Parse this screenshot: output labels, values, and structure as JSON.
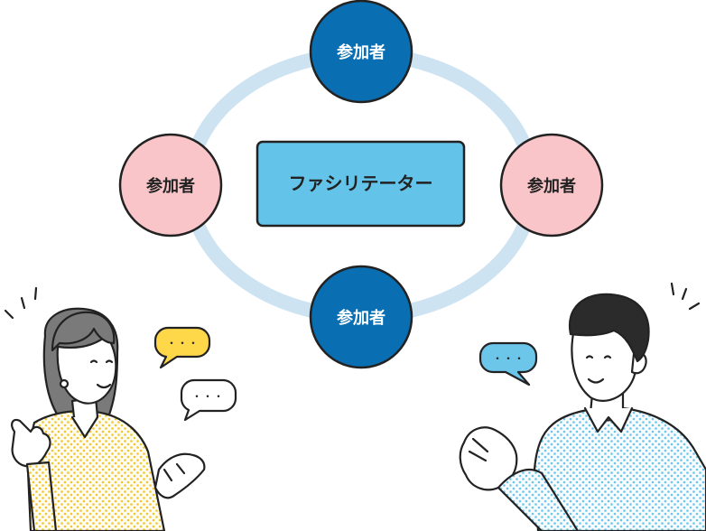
{
  "diagram": {
    "center": {
      "label": "ファシリテーター"
    },
    "participants": [
      {
        "position": "top",
        "label": "参加者",
        "fill": "#0a6fb2",
        "text_color": "#ffffff"
      },
      {
        "position": "left",
        "label": "参加者",
        "fill": "#f9c5c8",
        "text_color": "#222222"
      },
      {
        "position": "right",
        "label": "参加者",
        "fill": "#f9c5c8",
        "text_color": "#222222"
      },
      {
        "position": "bottom",
        "label": "参加者",
        "fill": "#0a6fb2",
        "text_color": "#ffffff"
      }
    ],
    "ring_color": "#cde3f2",
    "center_fill": "#64c3e8",
    "outline_color": "#222222"
  },
  "bubbles": {
    "woman_top": {
      "text": "・・・",
      "fill": "#ffd84a"
    },
    "woman_bottom": {
      "text": "・・・",
      "fill": "#ffffff"
    },
    "man": {
      "text": "・・・",
      "fill": "#6cc6ea"
    }
  },
  "people": {
    "left": "woman-illustration",
    "right": "man-illustration"
  }
}
